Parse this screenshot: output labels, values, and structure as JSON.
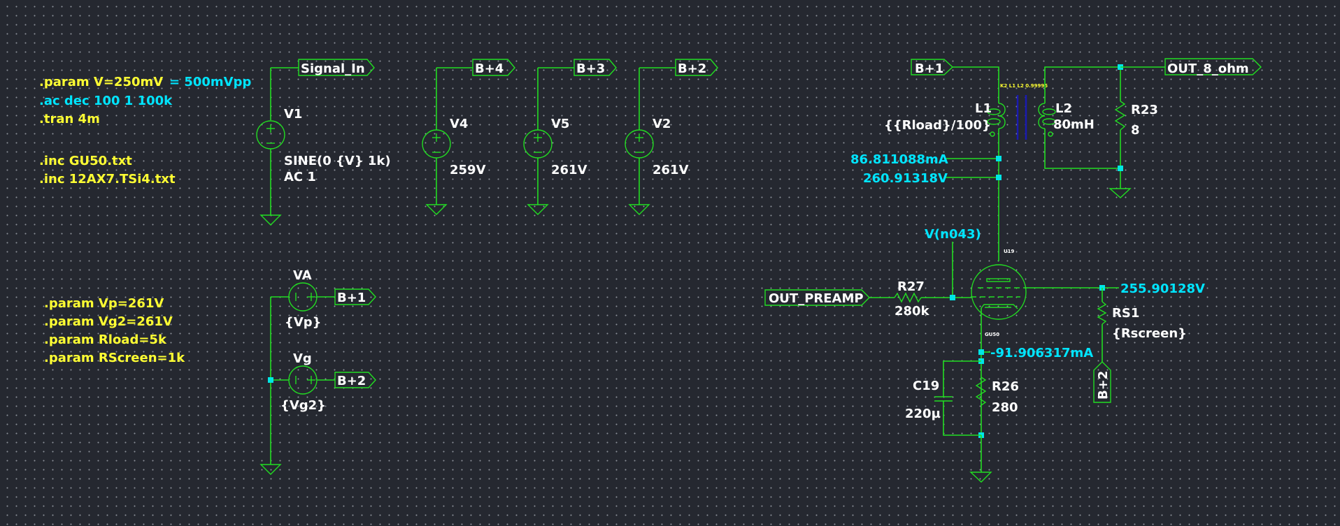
{
  "schematic": {
    "directives": {
      "block1": [
        {
          "text": ".param V=250mV",
          "color": "yellow"
        },
        {
          "text": "= 500mVpp",
          "color": "cyan"
        },
        {
          "text": ".ac dec 100 1 100k",
          "color": "cyan"
        },
        {
          "text": ".tran 4m",
          "color": "yellow"
        },
        {
          "text": ".inc GU50.txt",
          "color": "yellow"
        },
        {
          "text": ".inc 12AX7.TSi4.txt",
          "color": "yellow"
        }
      ],
      "block2": [
        {
          "text": ".param Vp=261V"
        },
        {
          "text": ".param Vg2=261V"
        },
        {
          "text": ".param Rload=5k"
        },
        {
          "text": ".param RScreen=1k"
        }
      ]
    },
    "net_labels": {
      "signal_in": "Signal_In",
      "bp4": "B+4",
      "bp3": "B+3",
      "bp2_top": "B+2",
      "bp1_top": "B+1",
      "out_8_ohm": "OUT_8_ohm",
      "bp1_va": "B+1",
      "bp2_vg": "B+2",
      "out_preamp": "OUT_PREAMP",
      "bp2_screen": "B+2"
    },
    "components": {
      "v1": {
        "name": "V1",
        "value_line1": "SINE(0 {V} 1k)",
        "value_line2": "AC 1"
      },
      "v4": {
        "name": "V4",
        "value": "259V"
      },
      "v5": {
        "name": "V5",
        "value": "261V"
      },
      "v2": {
        "name": "V2",
        "value": "261V"
      },
      "va": {
        "name": "VA",
        "value": "{Vp}"
      },
      "vg": {
        "name": "Vg",
        "value": "{Vg2}"
      },
      "l1": {
        "name": "L1",
        "value": "{{Rload}/100}"
      },
      "l2": {
        "name": "L2",
        "value": "80mH"
      },
      "k2": {
        "text": "K2 L1 L2 0.99995"
      },
      "r23": {
        "name": "R23",
        "value": "8"
      },
      "r27": {
        "name": "R27",
        "value": "280k"
      },
      "u19": {
        "name": "U19",
        "model": "GU50"
      },
      "rs1": {
        "name": "RS1",
        "value": "{Rscreen}"
      },
      "c19": {
        "name": "C19",
        "value": "220µ"
      },
      "r26": {
        "name": "R26",
        "value": "280"
      }
    },
    "probes": {
      "plate_current": "86.811088mA",
      "plate_voltage": "260.91318V",
      "grid_node": "V(n043)",
      "screen_voltage": "255.90128V",
      "cathode_current": "-91.906317mA"
    },
    "colors": {
      "background": "#252830",
      "wire": "#22dd22",
      "junction": "#00e5e5",
      "directive_yellow": "#ffff33",
      "directive_cyan": "#00e5ff",
      "label": "#ffffff"
    }
  }
}
